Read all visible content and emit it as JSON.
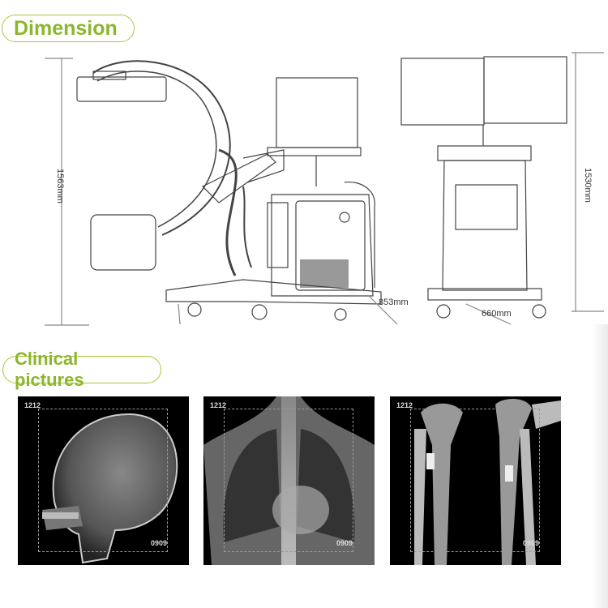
{
  "sections": {
    "dimension_title": "Dimension",
    "clinical_title": "Clinical pictures"
  },
  "dimensions": {
    "height_left": "1563mm",
    "height_right": "1530mm",
    "depth": "853mm",
    "width": "660mm"
  },
  "xrays": [
    {
      "top_label": "1212",
      "bottom_label": "0909",
      "subject": "skull"
    },
    {
      "top_label": "1212",
      "bottom_label": "0909",
      "subject": "chest"
    },
    {
      "top_label": "1212",
      "bottom_label": "0909",
      "subject": "knee-leg"
    }
  ],
  "colors": {
    "accent": "#8bb62d",
    "border": "#a8c83a"
  }
}
